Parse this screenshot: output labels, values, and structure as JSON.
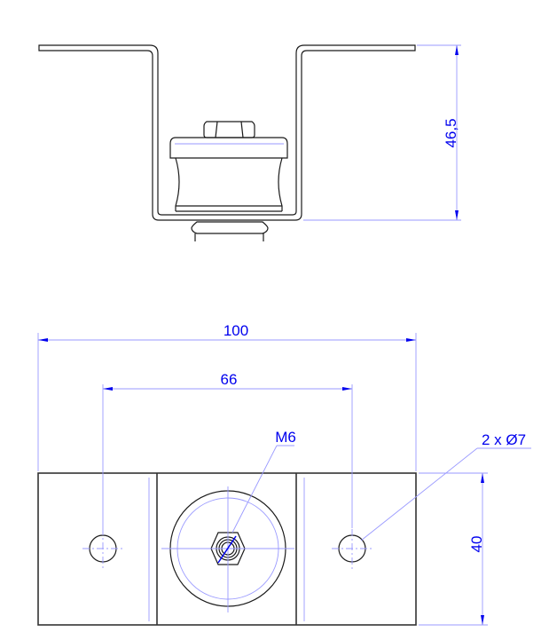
{
  "drawing": {
    "title": "Anti-vibration mount with U-bracket",
    "views": [
      {
        "name": "side-view",
        "description": "U-shaped bracket with rubber mount and hex nut"
      },
      {
        "name": "top-view",
        "description": "Base plate with center mount and two mounting holes"
      }
    ],
    "dimensions": {
      "height": "46,5",
      "overall_length": "100",
      "hole_spacing": "66",
      "width": "40",
      "thread": "M6",
      "holes": "2 x Ø7"
    },
    "colors": {
      "dimension_text": "#0000ee",
      "dimension_lines": "#9999ff",
      "part_lines": "#1a1a1a",
      "background": "#ffffff"
    }
  }
}
